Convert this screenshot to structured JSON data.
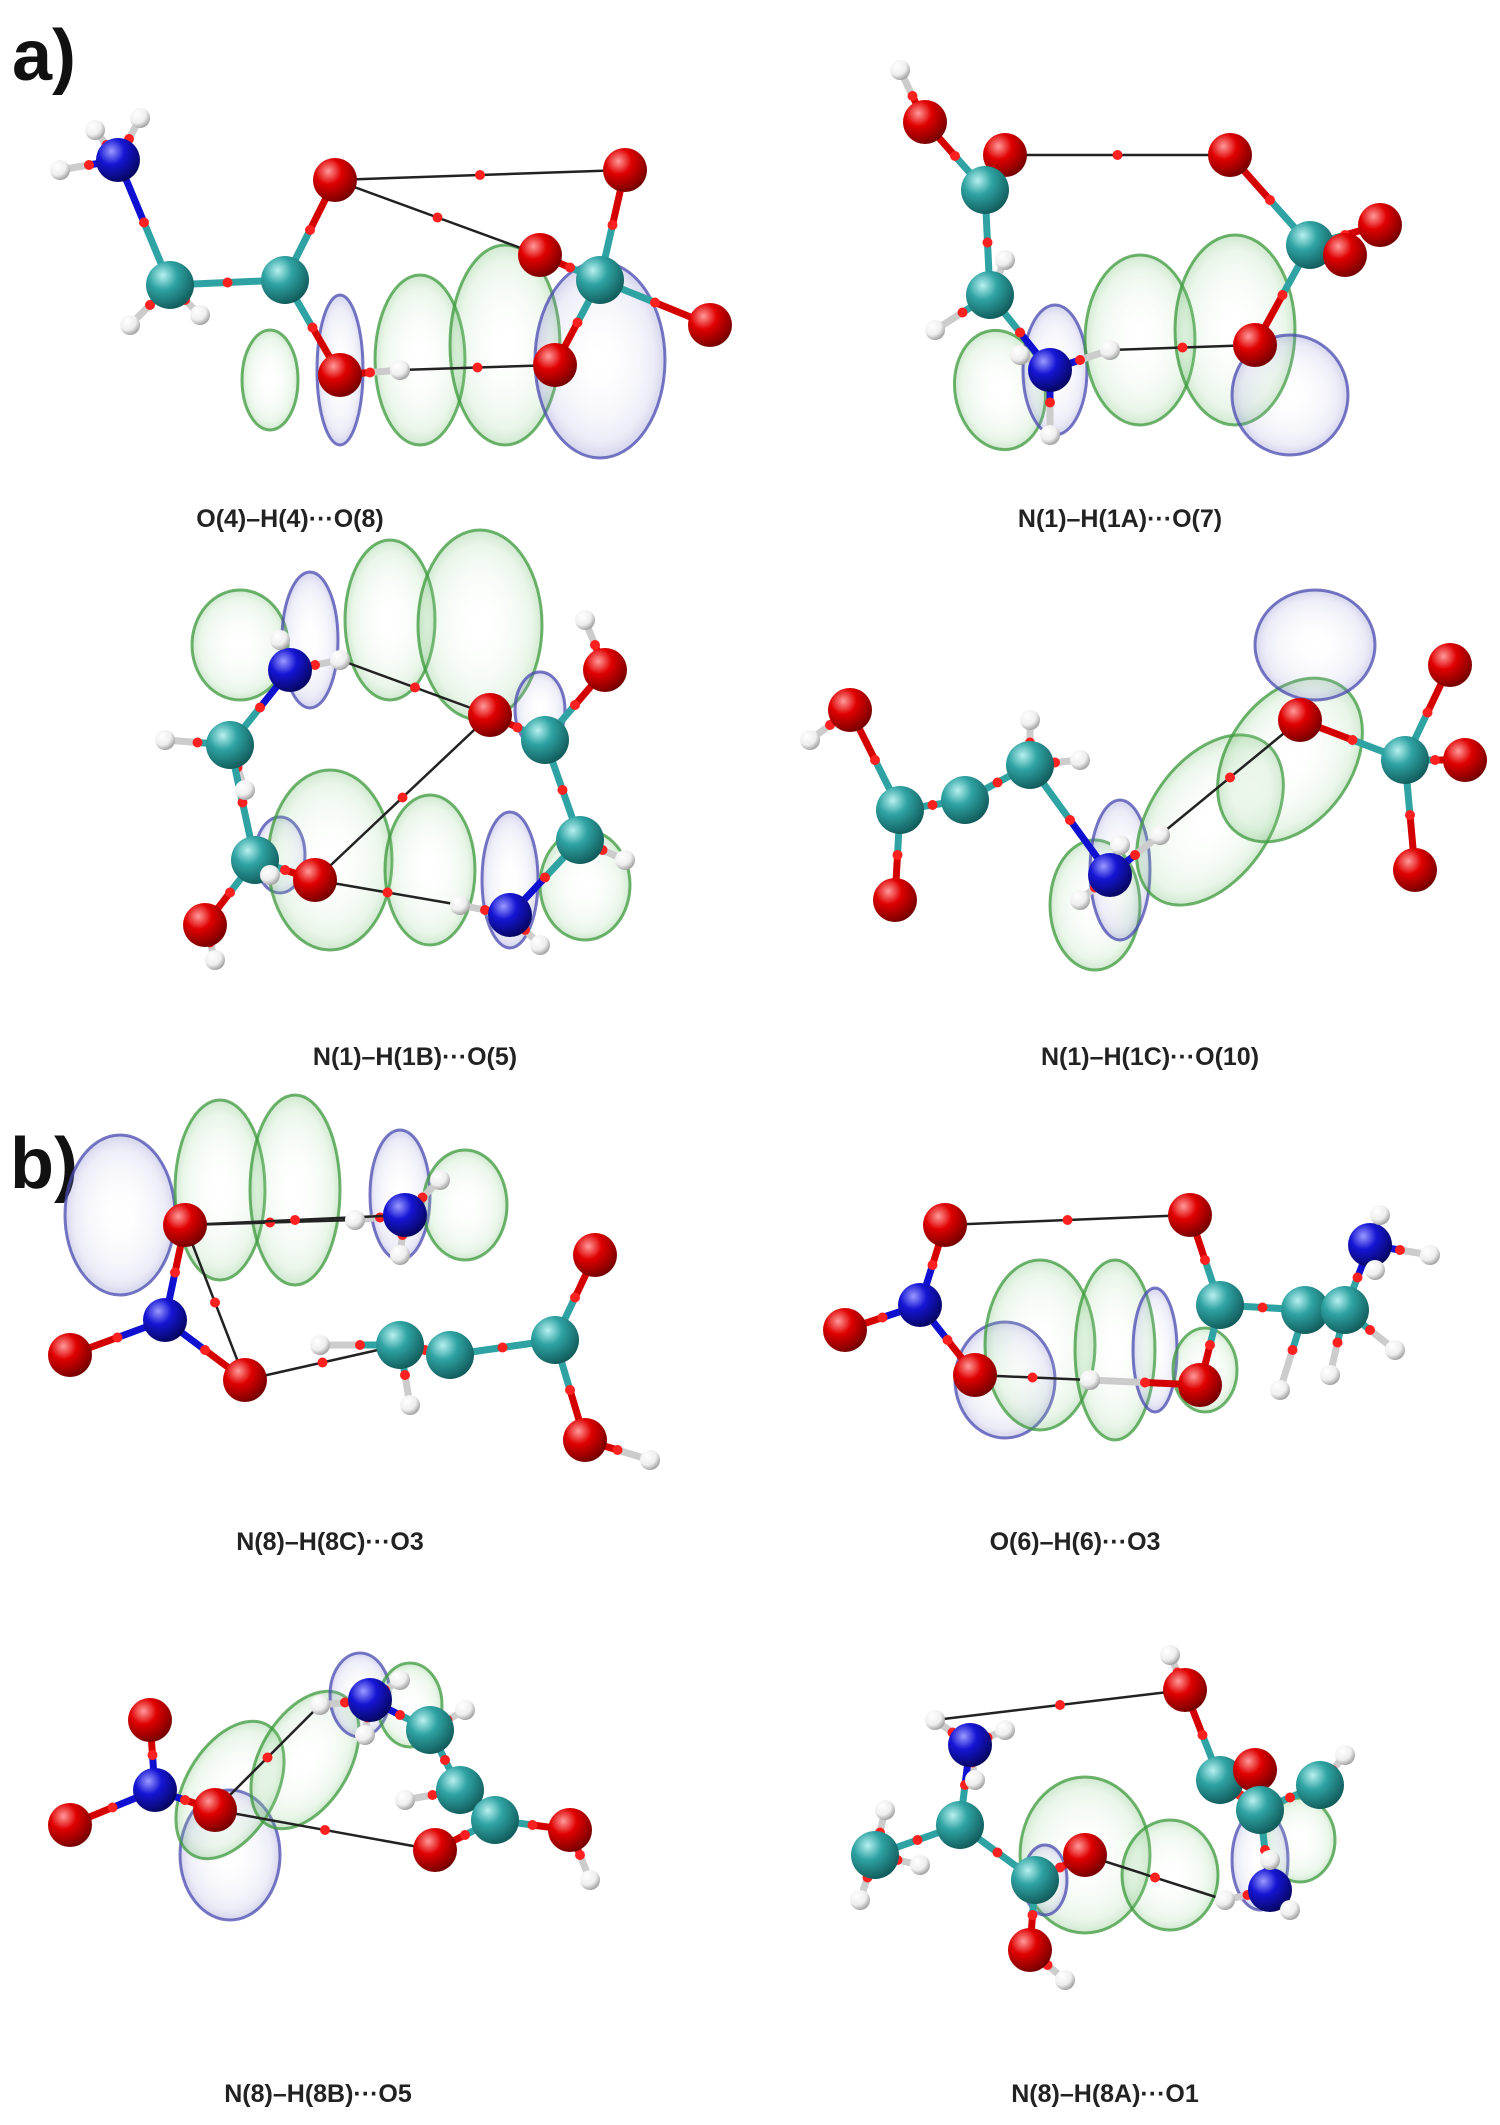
{
  "panels": [
    {
      "label": "a)",
      "structures": [
        {
          "caption": "O(4)–H(4)···O(8)"
        },
        {
          "caption": "N(1)–H(1A)···O(7)"
        },
        {
          "caption": "N(1)–H(1B)···O(5)"
        },
        {
          "caption": "N(1)–H(1C)···O(10)"
        }
      ]
    },
    {
      "label": "b)",
      "structures": [
        {
          "caption": "N(8)–H(8C)···O3"
        },
        {
          "caption": "O(6)–H(6)···O3"
        },
        {
          "caption": "N(8)–H(8B)···O5"
        },
        {
          "caption": "N(8)–H(8A)···O1"
        }
      ]
    }
  ],
  "colors": {
    "oxygen": "#d40000",
    "carbon": "#2fa3a3",
    "nitrogen": "#1010d0",
    "hydrogen": "#f2f2f2",
    "bond_critical_point": "#ff2020",
    "orbital_positive": "#3c9a3c",
    "orbital_negative": "#4a4ab0"
  }
}
